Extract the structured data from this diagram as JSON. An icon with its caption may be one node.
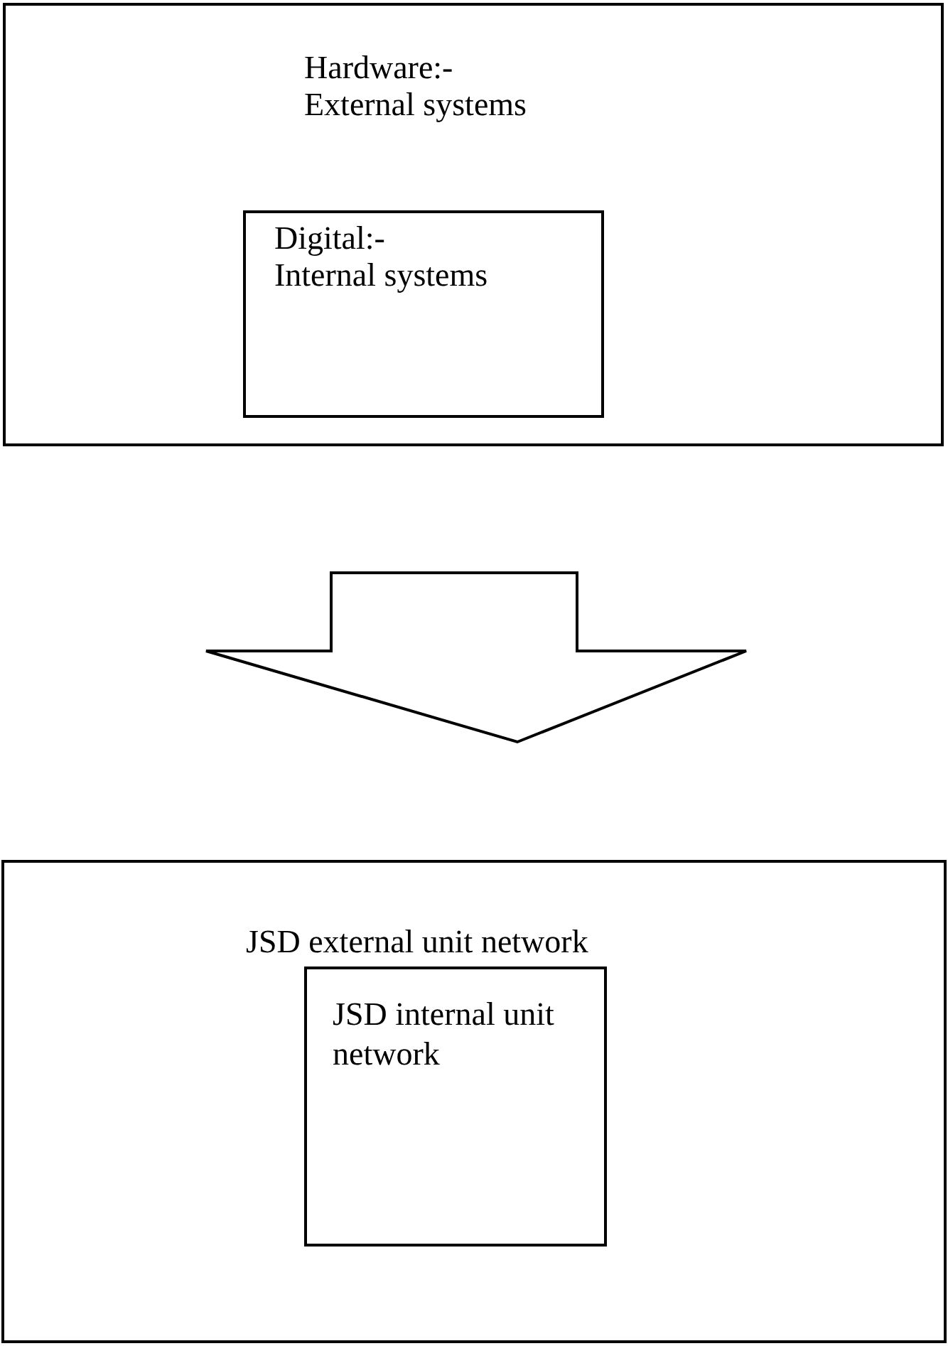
{
  "diagram": {
    "nodes": [
      {
        "text": [
          "Hardware:-",
          "External systems"
        ]
      },
      {
        "text": [
          "Digital:-",
          "Internal systems"
        ],
        "in": 0
      },
      {
        "text": [
          "JSD external unit network"
        ]
      },
      {
        "text": [
          "JSD internal unit network"
        ],
        "in": 2
      }
    ],
    "edges": [
      {
        "from": 0,
        "to": 2,
        "arrow": "to"
      }
    ]
  }
}
